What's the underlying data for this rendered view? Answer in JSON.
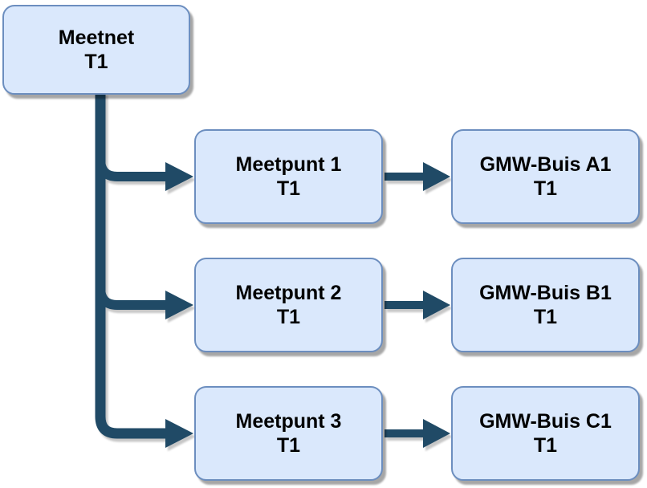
{
  "diagram": {
    "type": "hierarchy-flowchart",
    "root": {
      "title": "Meetnet",
      "subtitle": "T1"
    },
    "rows": [
      {
        "meetpunt": {
          "title": "Meetpunt 1",
          "subtitle": "T1"
        },
        "gmw": {
          "title": "GMW-Buis A1",
          "subtitle": "T1"
        }
      },
      {
        "meetpunt": {
          "title": "Meetpunt 2",
          "subtitle": "T1"
        },
        "gmw": {
          "title": "GMW-Buis B1",
          "subtitle": "T1"
        }
      },
      {
        "meetpunt": {
          "title": "Meetpunt 3",
          "subtitle": "T1"
        },
        "gmw": {
          "title": "GMW-Buis C1",
          "subtitle": "T1"
        }
      }
    ],
    "edges": [
      {
        "from": "Meetnet T1",
        "to": "Meetpunt 1 T1"
      },
      {
        "from": "Meetnet T1",
        "to": "Meetpunt 2 T1"
      },
      {
        "from": "Meetnet T1",
        "to": "Meetpunt 3 T1"
      },
      {
        "from": "Meetpunt 1 T1",
        "to": "GMW-Buis A1 T1"
      },
      {
        "from": "Meetpunt 2 T1",
        "to": "GMW-Buis B1 T1"
      },
      {
        "from": "Meetpunt 3 T1",
        "to": "GMW-Buis C1 T1"
      }
    ],
    "colors": {
      "node_fill": "#dae8fc",
      "node_border": "#6c8ebf",
      "connector": "#204a66",
      "text": "#000000",
      "background": "#ffffff",
      "shadow": "rgba(0,0,0,0.35)"
    }
  }
}
